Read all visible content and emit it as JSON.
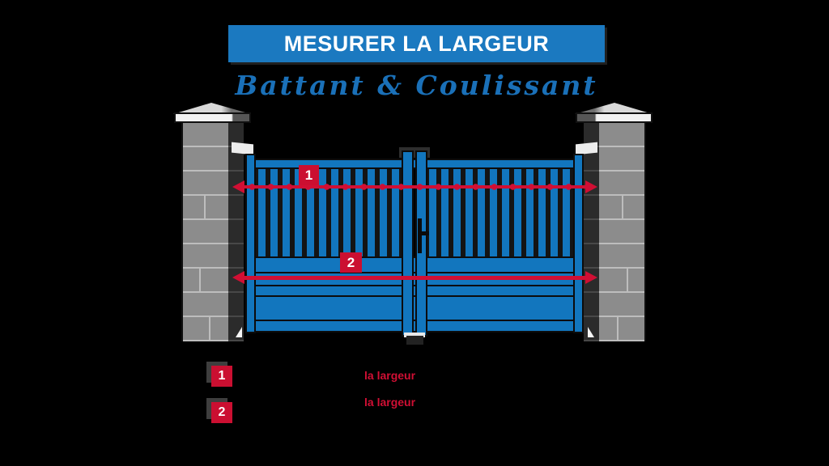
{
  "title_banner": {
    "label": "MESURER LA LARGEUR"
  },
  "subtitle": {
    "label": "Battant & Coulissant"
  },
  "diagram": {
    "marker_1": "1",
    "marker_2": "2"
  },
  "legend": {
    "items": [
      {
        "badge": "1",
        "label": "la largeur"
      },
      {
        "badge": "2",
        "label": "la largeur"
      }
    ]
  },
  "colors": {
    "banner_blue": "#1b79c0",
    "gate_blue": "#1276be",
    "subtitle_blue": "#1a70b8",
    "accent_red": "#d10f34",
    "marker_red": "#cb0f31",
    "pillar_gray": "#8c8c8c",
    "pillar_shadow": "#2b2b2b",
    "cap_white": "#f2f2f2"
  }
}
